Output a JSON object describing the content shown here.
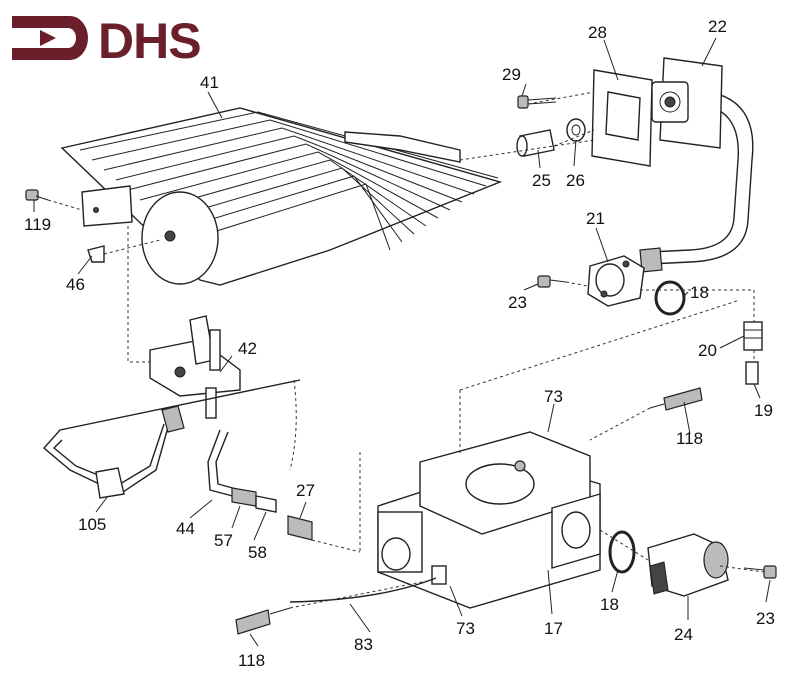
{
  "logo": {
    "text": "DHS",
    "color": "#6b1f2a"
  },
  "callouts": {
    "l41": "41",
    "l28": "28",
    "l22": "22",
    "l29": "29",
    "l25": "25",
    "l26": "26",
    "l119": "119",
    "l46": "46",
    "l21": "21",
    "l23a": "23",
    "l18a": "18",
    "l20": "20",
    "l19": "19",
    "l42": "42",
    "l73a": "73",
    "l118a": "118",
    "l105": "105",
    "l44": "44",
    "l57": "57",
    "l58": "58",
    "l27": "27",
    "l18b": "18",
    "l24": "24",
    "l23b": "23",
    "l118b": "118",
    "l83": "83",
    "l73b": "73",
    "l17": "17"
  }
}
